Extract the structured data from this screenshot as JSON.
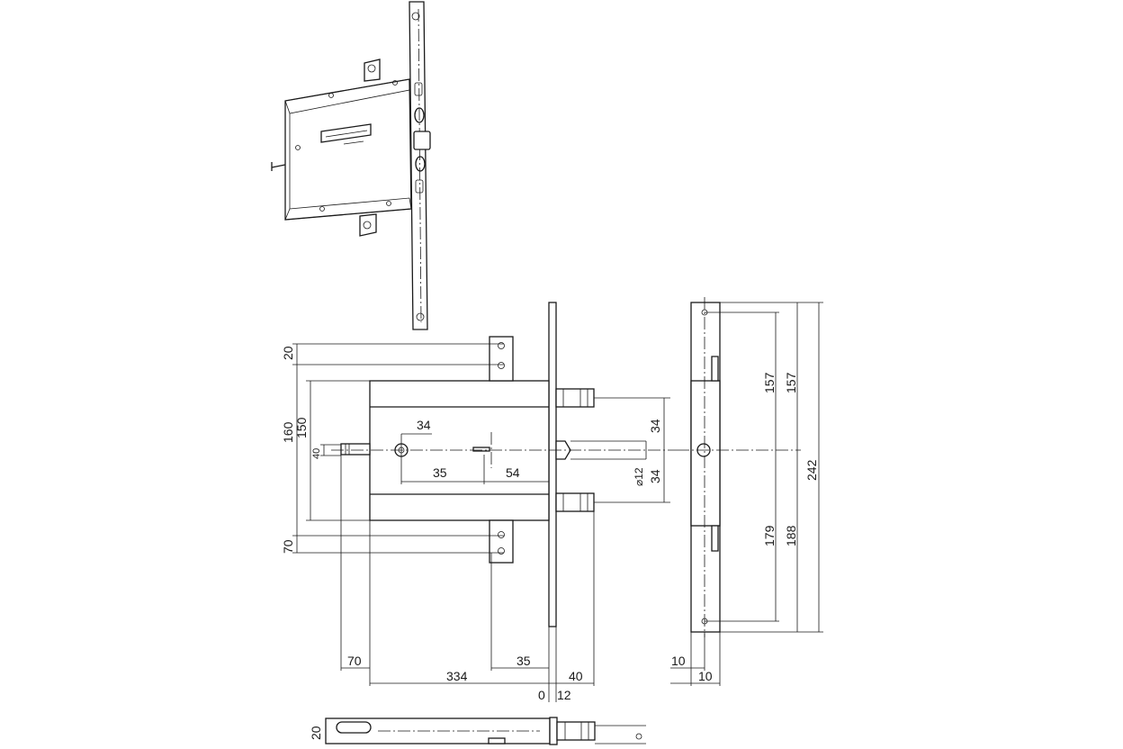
{
  "front_view": {
    "dims": {
      "d20": "20",
      "d160": "160",
      "d150": "150",
      "d40": "40",
      "d70_left": "70",
      "d34_top": "34",
      "d35": "35",
      "d54": "54",
      "d34_r1": "34",
      "d34_r2": "34",
      "d12": "⌀12",
      "d70_bottom": "70",
      "d35_bottom": "35",
      "d334": "334",
      "d40_bottom": "40",
      "d0": "0",
      "d12_bottom": "12"
    }
  },
  "side_view": {
    "dims": {
      "d157a": "157",
      "d157b": "157",
      "d242": "242",
      "d179": "179",
      "d188": "188",
      "d10a": "10",
      "d10b": "10"
    }
  },
  "bottom_view": {
    "dims": {
      "d20": "20"
    }
  }
}
